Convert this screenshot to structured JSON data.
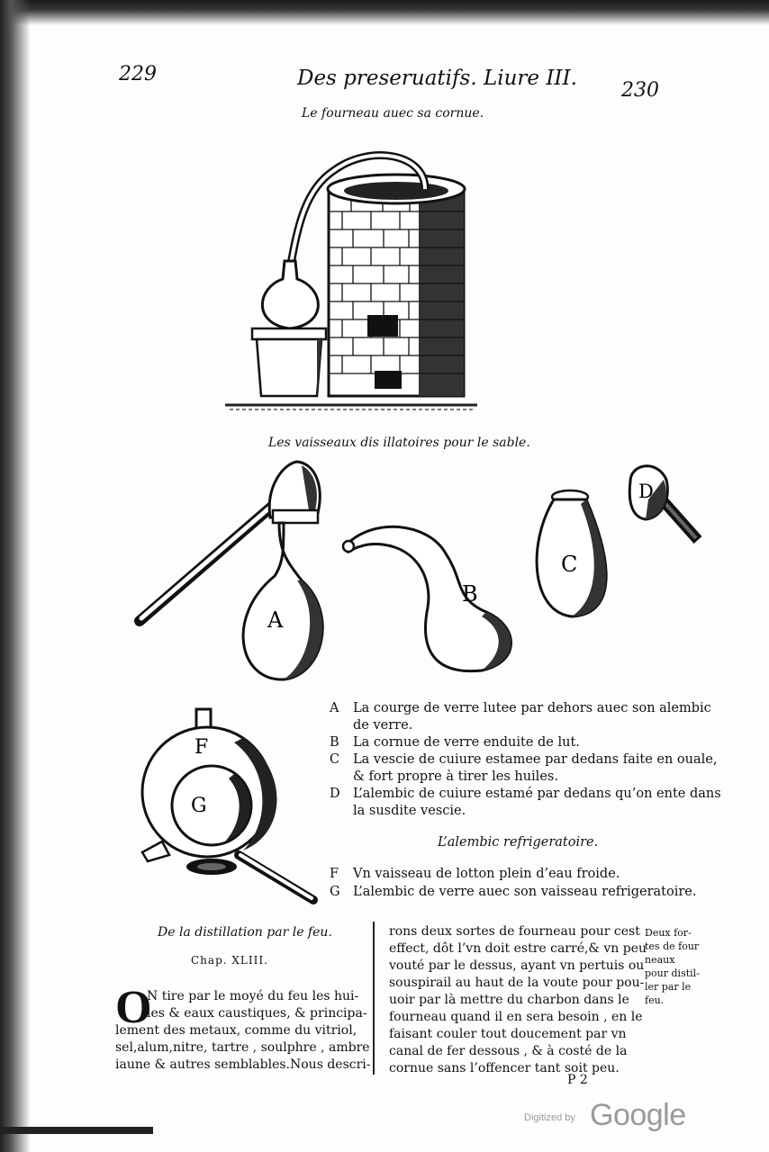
{
  "header": {
    "page_left": "229",
    "page_right": "230",
    "running_title": "Des preseruatifs. Liure III."
  },
  "figures": {
    "figure1_caption": "Le fourneau auec sa cornue.",
    "figure2_caption": "Les vaisseaux dis illatoires pour le sable.",
    "labels": [
      "A",
      "B",
      "C",
      "D",
      "F",
      "G"
    ]
  },
  "legend": [
    {
      "key": "A",
      "lines": [
        "La courge de verre lutee par dehors auec son alembic",
        "de verre."
      ]
    },
    {
      "key": "B",
      "lines": [
        "La cornue de verre enduite de lut."
      ]
    },
    {
      "key": "C",
      "lines": [
        "La vescie de cuiure estamee par dedans faite en ouale,",
        "& fort propre à tirer les huiles."
      ]
    },
    {
      "key": "D",
      "lines": [
        "L’alembic de cuiure estamé par dedans qu’on ente dans",
        "la susdite vescie."
      ]
    }
  ],
  "refrig": {
    "title": "L’alembic refrigeratoire.",
    "items": [
      {
        "key": "F",
        "text": "Vn vaisseau de lotton plein d’eau froide."
      },
      {
        "key": "G",
        "text": "L’alembic de verre auec son vaisseau refrigeratoire."
      }
    ]
  },
  "chapter": {
    "title": "De la distillation par le feu.",
    "number": "Chap. XLIII.",
    "dropcap": "O",
    "left_lines": [
      "N tire par le moyé du feu les hui-",
      "les & eaux caustiques, & principa-",
      "lement des metaux, comme du vitriol,",
      "sel,alum,nitre, tartre , soulphre , ambre",
      "iaune & autres semblables.Nous descri-"
    ],
    "right_lines": [
      "rons deux sortes de fourneau pour cest",
      "effect, dôt l’vn doit estre carré,& vn peu",
      "vouté par le dessus, ayant vn pertuis ou",
      "souspirail au haut de la voute pour pou-",
      "uoir par là mettre du charbon dans le",
      "fourneau quand il en sera besoin , en le",
      "faisant couler tout doucement par vn",
      "canal de fer dessous , & à costé de la",
      "cornue sans l’offencer tant soit peu."
    ],
    "margin_note": [
      "Deux for-",
      "tes de four",
      "neaux",
      "pour distil-",
      "ler par le",
      "feu."
    ],
    "signature": "P 2"
  },
  "watermark": {
    "prefix": "Digitized by",
    "brand": "Google"
  }
}
